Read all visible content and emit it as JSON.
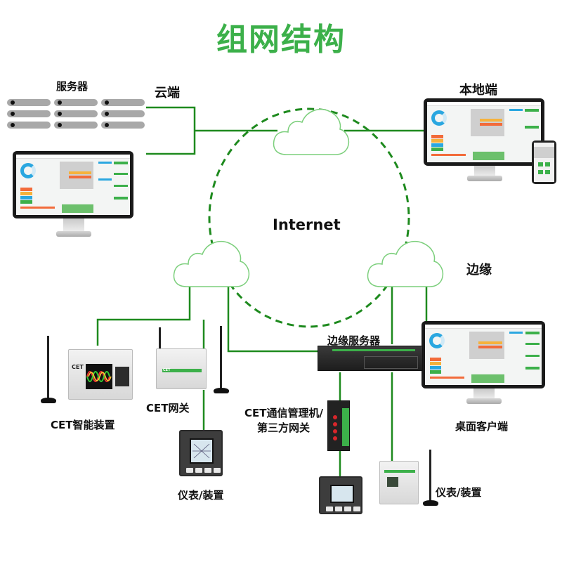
{
  "title": "组网结构",
  "labels": {
    "servers": "服务器",
    "cloud_side": "云端",
    "local_side": "本地端",
    "internet": "Internet",
    "edge": "边缘",
    "edge_server": "边缘服务器",
    "cet_smart_device": "CET智能装置",
    "cet_gateway": "CET网关",
    "comm_manager_line1": "CET通信管理机/",
    "comm_manager_line2": "第三方网关",
    "desktop_client": "桌面客户端",
    "meter_device_left": "仪表/装置",
    "meter_device_right": "仪表/装置"
  },
  "device_brand": "CET",
  "colors": {
    "title": "#3cb04a",
    "link": "#1e8a1e",
    "cloud_stroke": "#7ccf7c",
    "server_bar": "#a8a8a8"
  },
  "icons": {
    "server_rack": "server-rack-icon",
    "cloud": "cloud-icon",
    "monitor": "desktop-monitor-icon",
    "phone": "smartphone-icon",
    "antenna": "antenna-icon"
  }
}
